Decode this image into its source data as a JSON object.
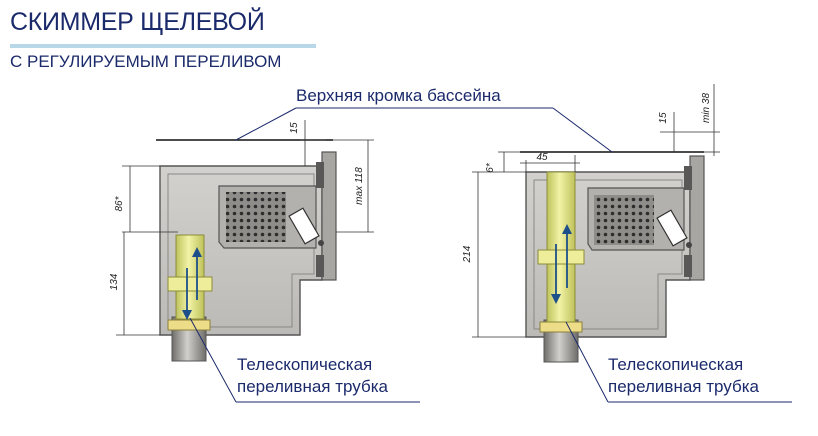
{
  "heading": {
    "title": "СКИММЕР ЩЕЛЕВОЙ",
    "subtitle": "С РЕГУЛИРУЕМЫМ ПЕРЕЛИВОМ"
  },
  "callouts": {
    "top_edge": "Верхняя кромка бассейна",
    "tube_line1": "Телескопическая",
    "tube_line2": "переливная трубка"
  },
  "left_view": {
    "dims": {
      "top_gap": "15",
      "front": "86*",
      "max_height": "max 118",
      "tube": "134"
    }
  },
  "right_view": {
    "dims": {
      "offset": "6*",
      "width": "45",
      "top_gap": "15",
      "min": "min 38",
      "height": "214"
    }
  },
  "colors": {
    "title": "#1b2a6b",
    "title_rule": "#b8d8ea",
    "body": "#c9c7c4",
    "body_dark": "#9d9b98",
    "tube": "#e4e58a",
    "tube_dark": "#bfc25b",
    "arrow": "#1d4f8a",
    "callout_line": "#1b2a6b"
  }
}
